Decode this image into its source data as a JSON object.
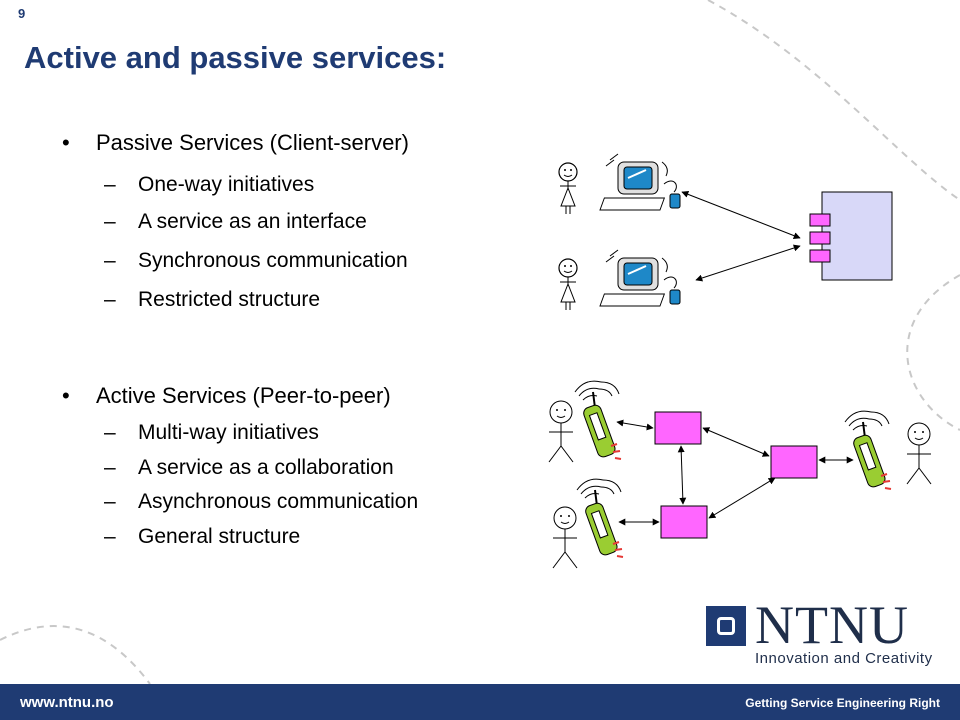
{
  "slide": {
    "number": "9",
    "title": "Active and passive services:"
  },
  "passive": {
    "heading": "Passive Services (Client-server)",
    "items": [
      "One-way initiatives",
      "A service as an interface",
      "Synchronous communication",
      "Restricted structure"
    ]
  },
  "active": {
    "heading": "Active Services (Peer-to-peer)",
    "items": [
      "Multi-way initiatives",
      "A service as a collaboration",
      "Asynchronous communication",
      "General structure"
    ]
  },
  "bullet_symbol": "•",
  "dash_symbol": "–",
  "footer": {
    "url": "www.ntnu.no",
    "right_text": "Getting Service Engineering Right"
  },
  "logo": {
    "name": "NTNU",
    "tagline": "Innovation and Creativity"
  },
  "colors": {
    "title": "#1f3b73",
    "footer_bar": "#1f3b73",
    "server_fill": "#d8d8f8",
    "component_fill": "#ff66ff",
    "monitor_screen": "#1e88c8"
  }
}
